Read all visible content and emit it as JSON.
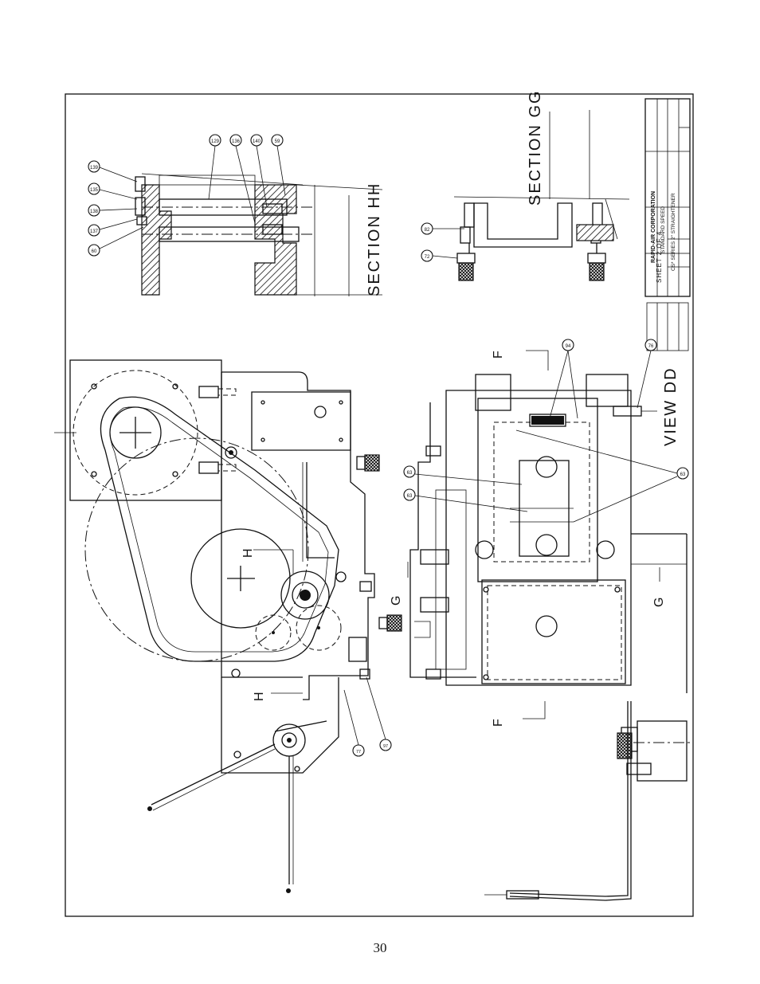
{
  "drawing": {
    "section_hh_label": "SECTION HH",
    "section_gg_label": "SECTION GG",
    "view_dd_label": "VIEW DD",
    "sheet_label": "SHEET 2 OF 4",
    "view_letters": {
      "f": "F",
      "g": "G",
      "h": "H"
    },
    "title_block": {
      "company": "RAPID-AIR CORPORATION",
      "title_line_1": "STANDARD SPEED",
      "title_line_2": "CS* SERIES 2\" STRAIGHTENER"
    },
    "balloons": [
      "139",
      "135",
      "138",
      "137",
      "60",
      "129",
      "136",
      "140",
      "59",
      "82",
      "72",
      "94",
      "63",
      "77",
      "76",
      "97"
    ]
  },
  "page_number": "30"
}
